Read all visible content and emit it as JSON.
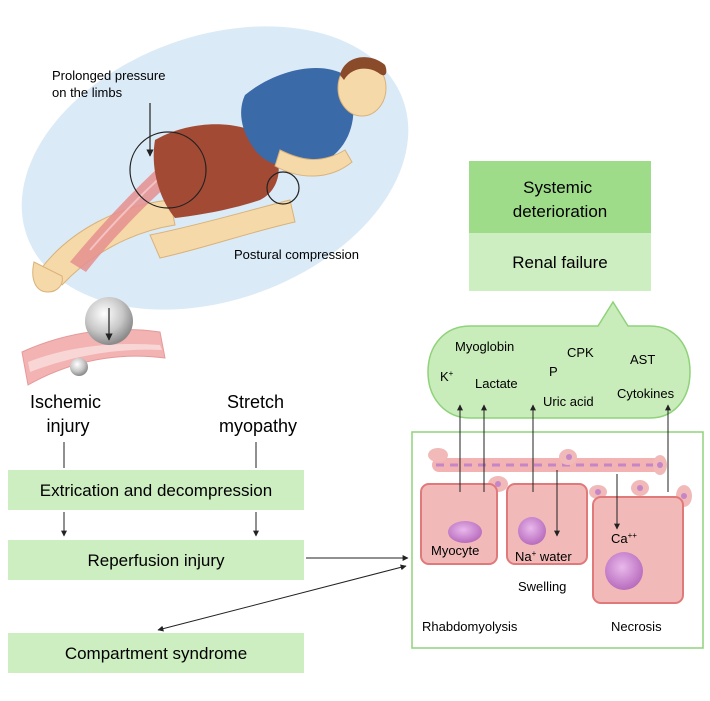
{
  "illustration": {
    "pressure_label_line1": "Prolonged pressure",
    "pressure_label_line2": "on the limbs",
    "postural_label": "Postural compression"
  },
  "causes": {
    "ischemic_line1": "Ischemic",
    "ischemic_line2": "injury",
    "stretch_line1": "Stretch",
    "stretch_line2": "myopathy"
  },
  "steps": {
    "extrication": "Extrication and decompression",
    "reperfusion": "Reperfusion injury",
    "compartment": "Compartment syndrome"
  },
  "outcomes": {
    "systemic_line1": "Systemic",
    "systemic_line2": "deterioration",
    "renal": "Renal failure"
  },
  "released_substances": {
    "myoglobin": "Myoglobin",
    "cpk": "CPK",
    "ast": "AST",
    "k": "K",
    "k_sup": "+",
    "lactate": "Lactate",
    "p": "P",
    "uric_acid": "Uric acid",
    "cytokines": "Cytokines"
  },
  "cells": {
    "myocyte": "Myocyte",
    "na": "Na",
    "na_sup": "+",
    "water": " water",
    "ca": "Ca",
    "ca_sup": "++",
    "swelling": "Swelling",
    "rhabdomyolysis": "Rhabdomyolysis",
    "necrosis": "Necrosis"
  },
  "colors": {
    "box_light": "#cdeec0",
    "box_mid": "#9fdc8a",
    "bubble": "#c9ecbb",
    "panel_border": "#8fd27a",
    "cell_fill": "#f2b9b9",
    "cell_border": "#e07a7a",
    "nucleus": "#c586c8",
    "oval_bg": "#dbeaf7",
    "shirt": "#3b6aa8",
    "shorts": "#a34a34",
    "skin": "#f6d9a8"
  }
}
